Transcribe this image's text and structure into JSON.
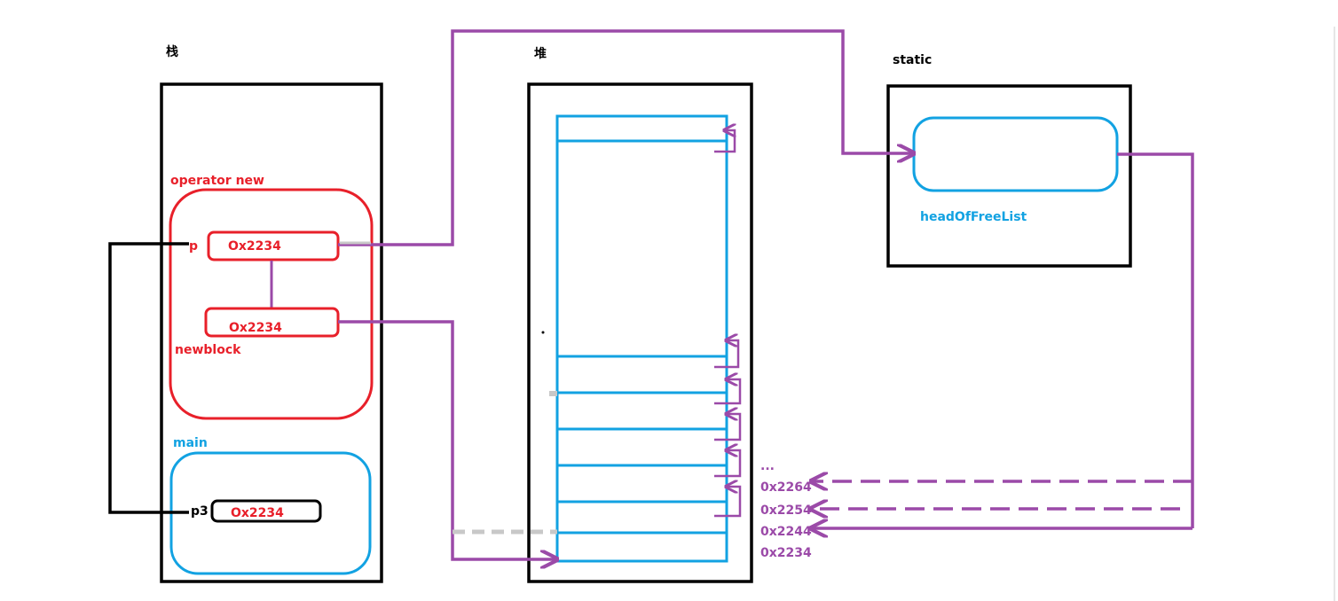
{
  "colors": {
    "black": "#000000",
    "red": "#e8202a",
    "blue": "#12a2e2",
    "purple": "#9b4aa8",
    "gray": "#c8c8c8"
  },
  "sections": {
    "stack_title": "栈",
    "heap_title": "堆",
    "static_title": "static"
  },
  "operator_new": {
    "label": "operator new",
    "p_label": "p",
    "p_value": "Ox2234",
    "newblock_value": "Ox2234",
    "newblock_label": "newblock"
  },
  "main": {
    "label": "main",
    "p3_label": "p3",
    "p3_value": "Ox2234"
  },
  "static": {
    "head_label": "headOfFreeList"
  },
  "addresses": {
    "ellipsis": "...",
    "a1": "0x2264",
    "a2": "0x2254",
    "a3": "0x2244",
    "a4": "0x2234"
  }
}
